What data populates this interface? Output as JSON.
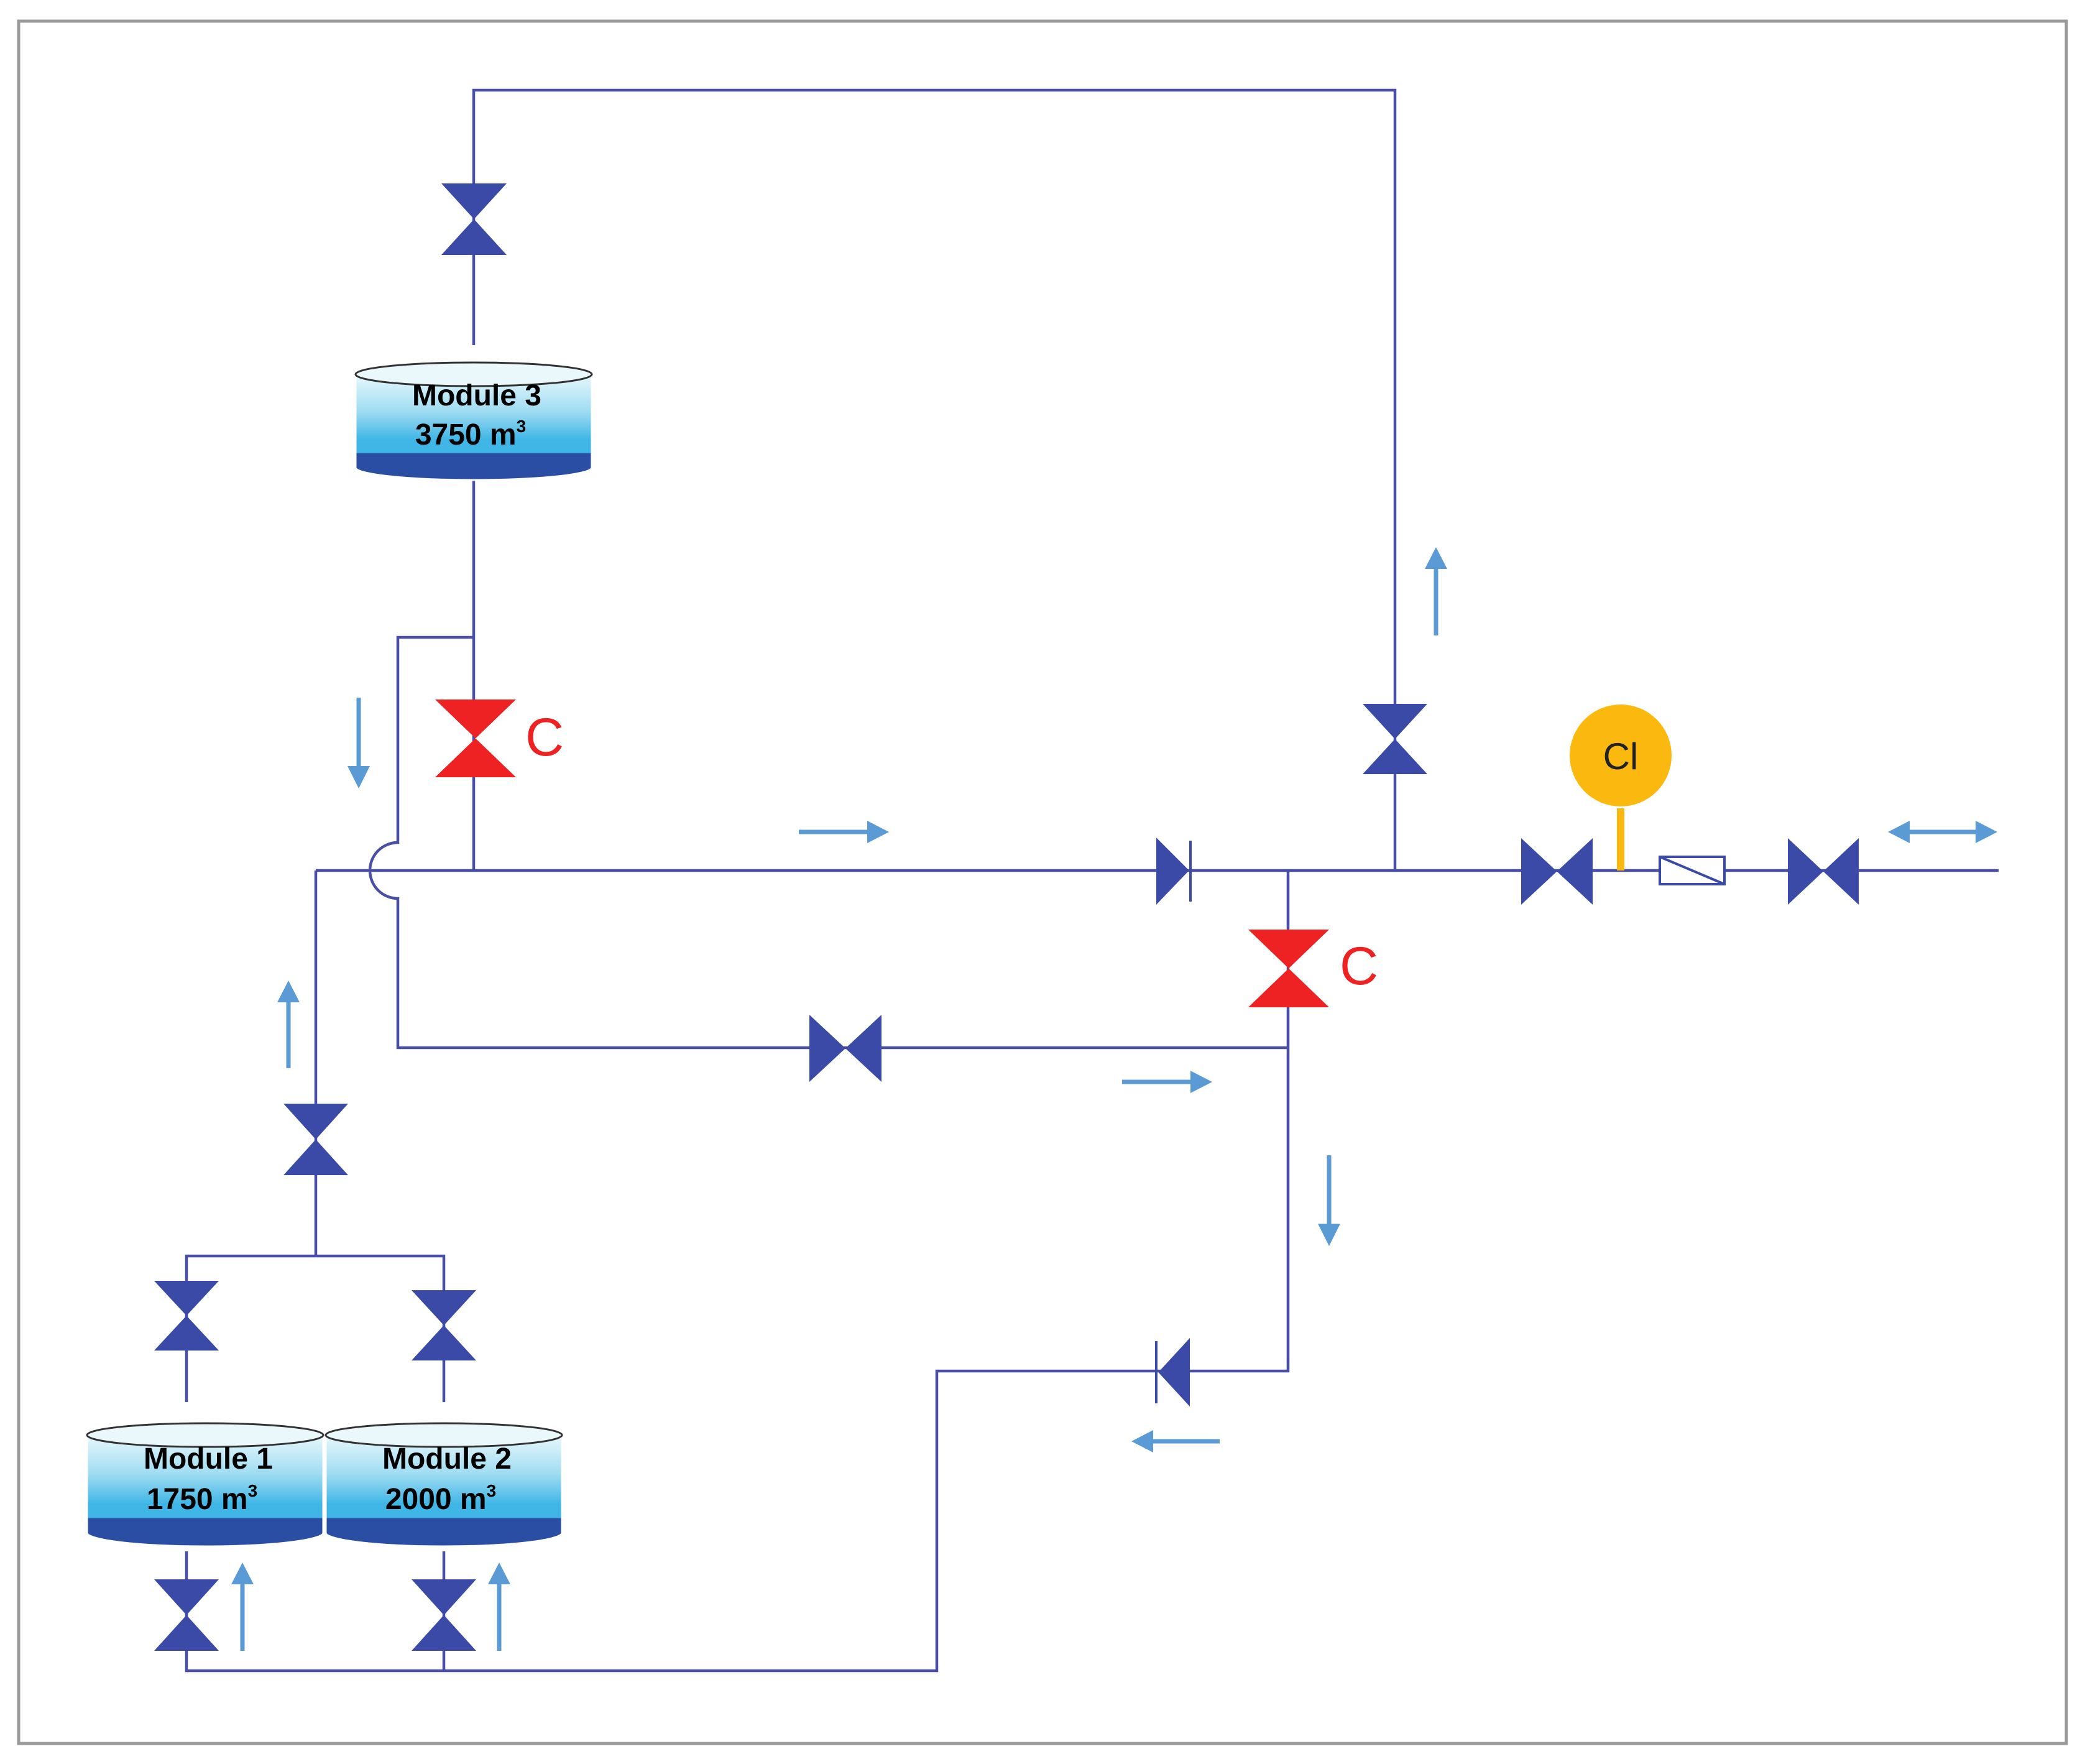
{
  "modules": [
    {
      "name": "Module 3",
      "volume": "3750 m",
      "unit_sup": "3"
    },
    {
      "name": "Module 1",
      "volume": "1750 m",
      "unit_sup": "3"
    },
    {
      "name": "Module 2",
      "volume": "2000 m",
      "unit_sup": "3"
    }
  ],
  "control_valve_labels": [
    "C",
    "C"
  ],
  "dosing_point_label": "Cl",
  "colors": {
    "pipe": "#4a4fa6",
    "valve": "#3b4aa6",
    "control_valve": "#ee2222",
    "flow_arrow": "#5b9bd5",
    "dosing_point": "#fbb80f",
    "water_light": "#bfe9f6",
    "water_mid": "#3fb6e6",
    "water_dark": "#2a4ea3"
  },
  "icons": [
    "gate-valve-icon",
    "control-valve-icon",
    "check-valve-icon",
    "flow-arrow-icon",
    "flow-meter-icon",
    "dosing-point-icon",
    "tank-icon"
  ]
}
